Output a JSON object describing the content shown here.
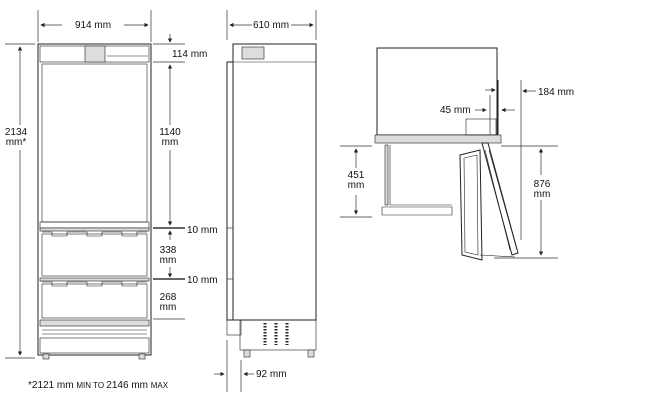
{
  "front_view": {
    "width": "914 mm",
    "height_value": "2134",
    "height_unit": "mm*",
    "top_grille": "114 mm",
    "upper_door_value": "1140",
    "upper_door_unit": "mm",
    "gap_1": "10 mm",
    "drawer_1_value": "338",
    "drawer_1_unit": "mm",
    "gap_2": "10 mm",
    "drawer_2_value": "268",
    "drawer_2_unit": "mm"
  },
  "side_view": {
    "depth": "610 mm",
    "door_offset": "92 mm"
  },
  "top_view": {
    "door_clearance": "184 mm",
    "hinge_offset": "45 mm",
    "drawer_ext_value": "451",
    "drawer_ext_unit": "mm",
    "door_swing_value": "876",
    "door_swing_unit": "mm"
  },
  "footnote": {
    "prefix": "*2121 mm ",
    "min": "MIN TO ",
    "mid": "2146 mm ",
    "max": "MAX"
  }
}
